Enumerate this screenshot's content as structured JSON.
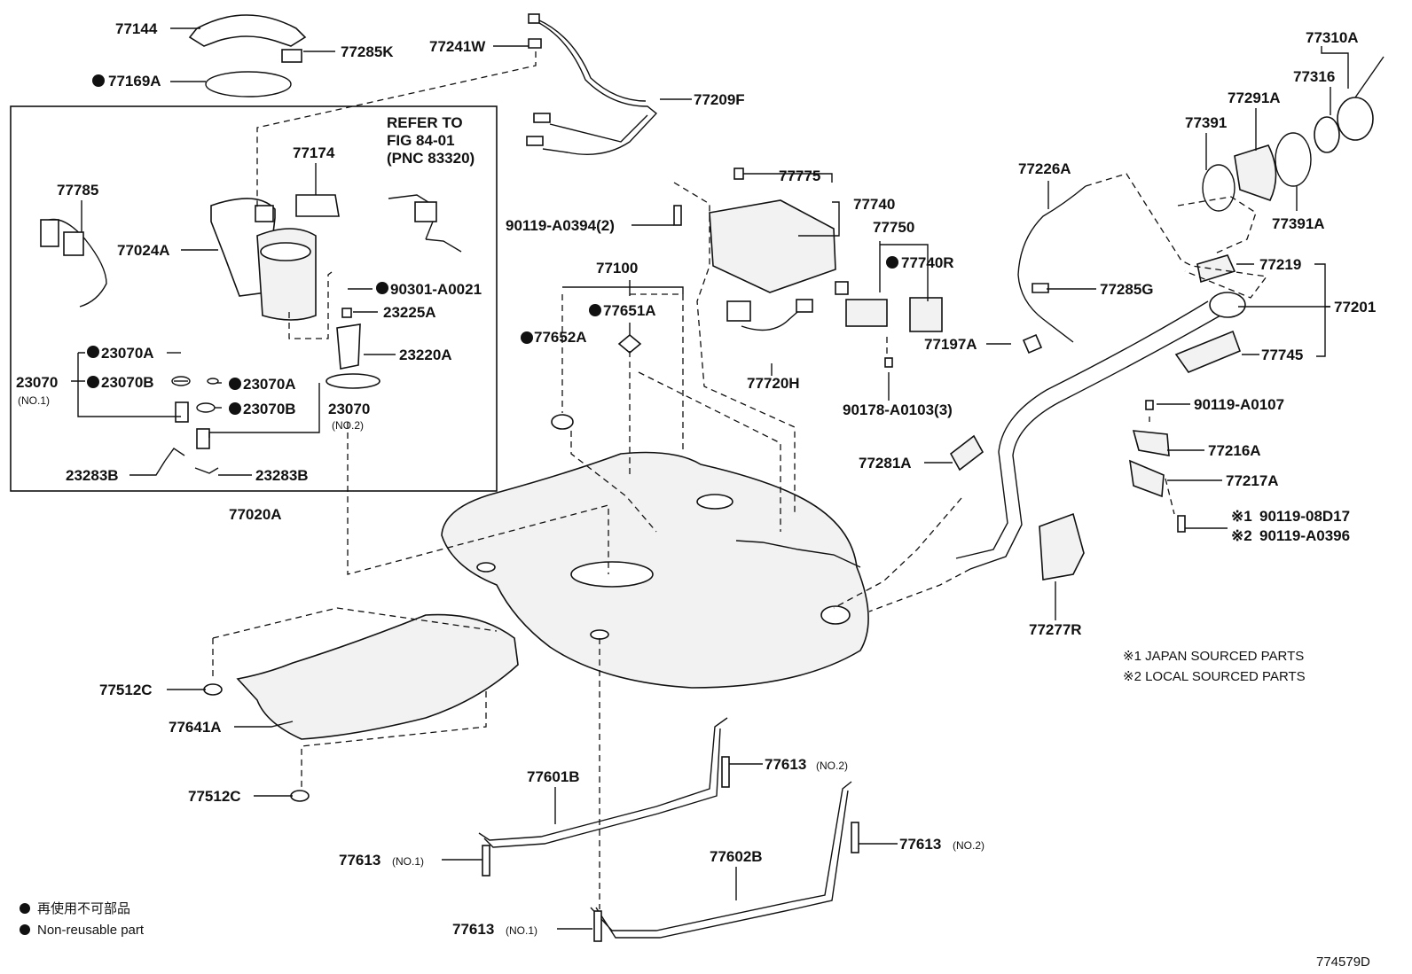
{
  "labels": {
    "p77144": "77144",
    "p77285K": "77285K",
    "p77169A": "77169A",
    "p77241W": "77241W",
    "p77209F": "77209F",
    "p77310A": "77310A",
    "p77316": "77316",
    "p77291A": "77291A",
    "p77391": "77391",
    "p77391A": "77391A",
    "p77174": "77174",
    "p77785": "77785",
    "p77024A": "77024A",
    "p90301": "90301-A0021",
    "p23225A": "23225A",
    "p23220A": "23220A",
    "p23070A_1": "23070A",
    "p23070_no1": "23070",
    "no1": "(NO.1)",
    "p23070B_1": "23070B",
    "p23070A_2": "23070A",
    "p23070B_2": "23070B",
    "p23070_no2": "23070",
    "no2": "(NO.2)",
    "p23283B_1": "23283B",
    "p23283B_2": "23283B",
    "p77020A": "77020A",
    "p77775": "77775",
    "p77740": "77740",
    "p90119_A0394": "90119-A0394(2)",
    "p77750": "77750",
    "p77740R": "77740R",
    "p77226A": "77226A",
    "p77219": "77219",
    "p77285G": "77285G",
    "p77201": "77201",
    "p77100": "77100",
    "p77651A": "77651A",
    "p77652A": "77652A",
    "p77720H": "77720H",
    "p90178": "90178-A0103(3)",
    "p77197A": "77197A",
    "p77745": "77745",
    "p90119_A0107": "90119-A0107",
    "p77281A": "77281A",
    "p77216A": "77216A",
    "p77217A": "77217A",
    "mark1": "※1",
    "mark2": "※2",
    "p90119_08D17": "90119-08D17",
    "p90119_A0396": "90119-A0396",
    "p77277R": "77277R",
    "p77512C_1": "77512C",
    "p77641A": "77641A",
    "p77512C_2": "77512C",
    "p77601B": "77601B",
    "p77613_a": "77613",
    "no2_a": "(NO.2)",
    "p77613_b": "77613",
    "no2_b": "(NO.2)",
    "p77602B": "77602B",
    "p77613_c": "77613",
    "no1_c": "(NO.1)",
    "p77613_d": "77613",
    "no1_d": "(NO.1)"
  },
  "refer": {
    "line1": "REFER TO",
    "line2": "FIG 84-01",
    "line3": "(PNC 83320)"
  },
  "notes": {
    "japan": "※1 JAPAN SOURCED PARTS",
    "local": "※2 LOCAL SOURCED PARTS"
  },
  "legend": {
    "jp": "再使用不可部品",
    "en": "Non-reusable part"
  },
  "figure_id": "774579D"
}
